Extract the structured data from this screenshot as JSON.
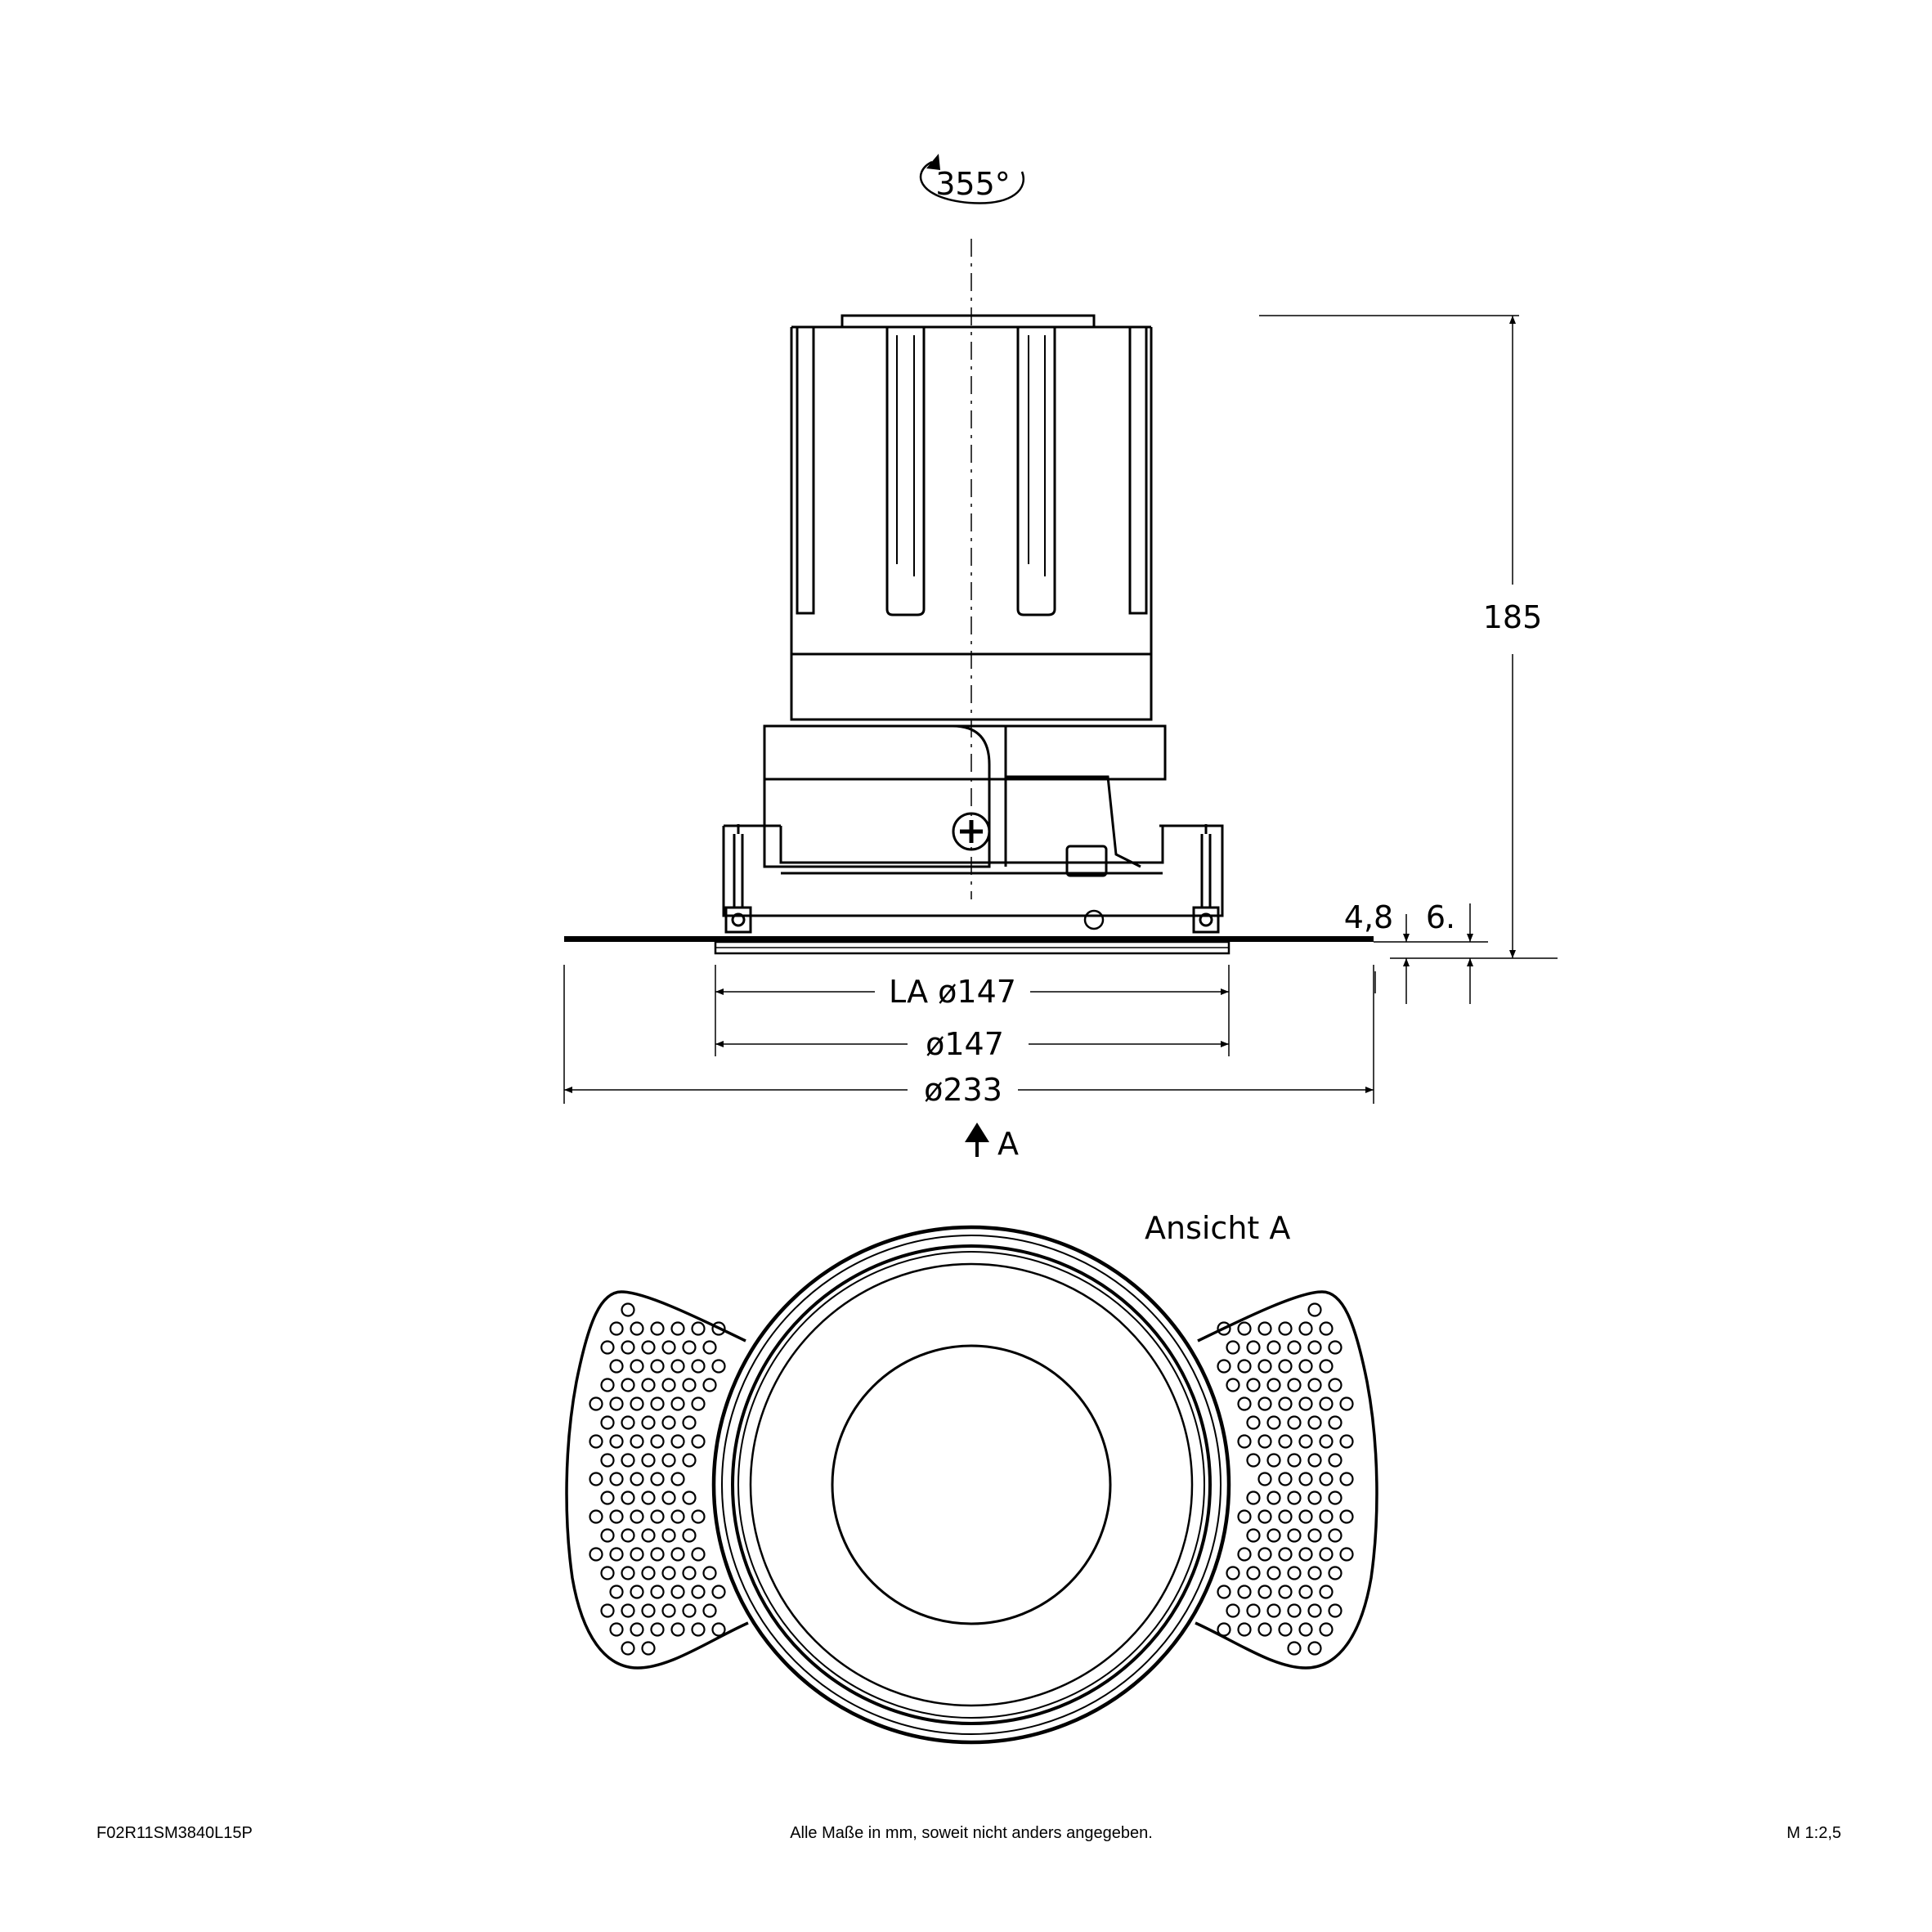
{
  "rotation_label": "355°",
  "dimensions": {
    "height": "185",
    "flange_thickness": "4,8",
    "recess": "6.",
    "la_diameter": "LA ø147",
    "cutout_diameter": "ø147",
    "outer_diameter": "ø233"
  },
  "view_arrow_label": "A",
  "view_title": "Ansicht A",
  "footer": {
    "article_number": "F02R11SM3840L15P",
    "note": "Alle Maße in mm, soweit nicht anders angegeben.",
    "scale": "M 1:2,5"
  }
}
